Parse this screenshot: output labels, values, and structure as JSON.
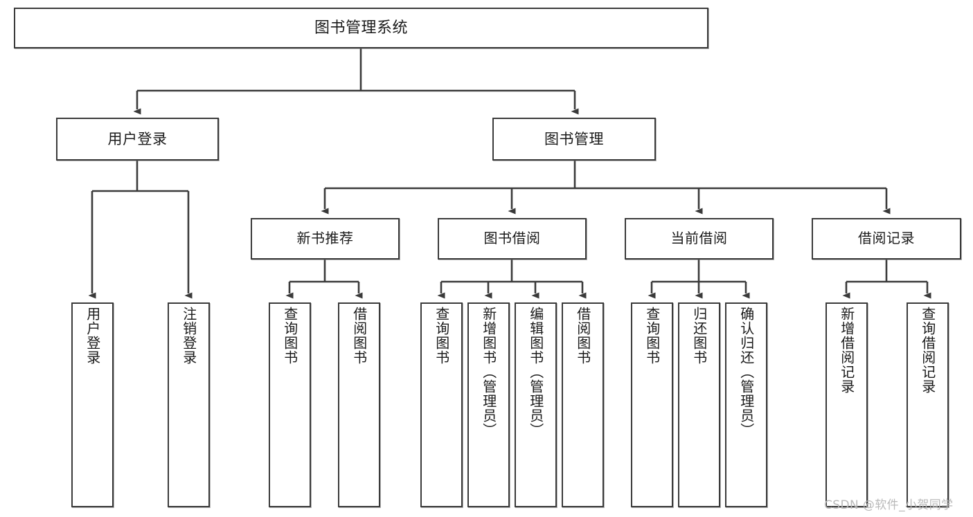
{
  "diagram": {
    "title": "图书管理系统",
    "type": "tree-hierarchy-diagram",
    "colors": {
      "box_border": "#3a3a3a",
      "box_fill": "#ffffff",
      "edge": "#3a3a3a",
      "text": "#1a1a1a",
      "watermark": "#b9b9b9",
      "background": "#ffffff"
    },
    "watermark": "CSDN @软件_小贺同学",
    "nodes": {
      "root": {
        "label": "图书管理系统"
      },
      "level2": [
        {
          "label": "用户登录"
        },
        {
          "label": "图书管理"
        }
      ],
      "level3": [
        {
          "label": "新书推荐"
        },
        {
          "label": "图书借阅"
        },
        {
          "label": "当前借阅"
        },
        {
          "label": "借阅记录"
        }
      ],
      "leaves": {
        "user_login": [
          {
            "label": "用户登录"
          },
          {
            "label": "注销登录"
          }
        ],
        "new_book_recommend": [
          {
            "label": "查询图书"
          },
          {
            "label": "借阅图书"
          }
        ],
        "book_borrow": [
          {
            "label": "查询图书"
          },
          {
            "label": "新增图书（管理员）"
          },
          {
            "label": "编辑图书（管理员）"
          },
          {
            "label": "借阅图书"
          }
        ],
        "current_borrow": [
          {
            "label": "查询图书"
          },
          {
            "label": "归还图书"
          },
          {
            "label": "确认归还（管理员）"
          }
        ],
        "borrow_record": [
          {
            "label": "新增借阅记录"
          },
          {
            "label": "查询借阅记录"
          }
        ]
      }
    }
  }
}
